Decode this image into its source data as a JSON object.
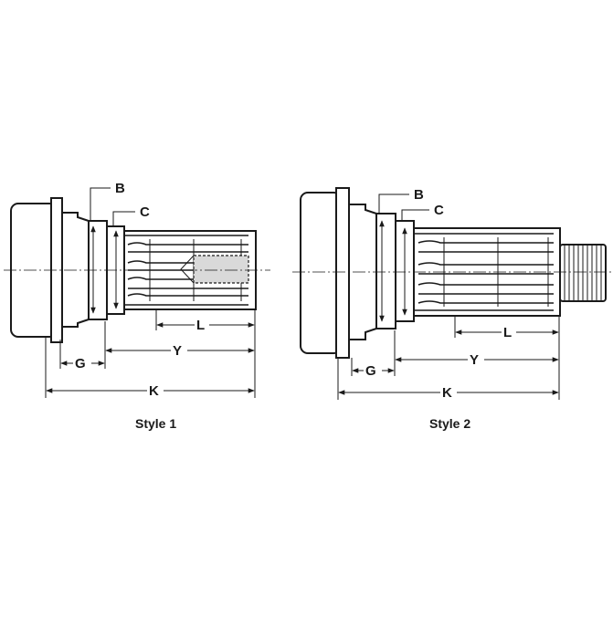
{
  "figures": [
    {
      "caption": "Style 1",
      "labels": {
        "B": "B",
        "C": "C",
        "L": "L",
        "Y": "Y",
        "G": "G",
        "K": "K"
      }
    },
    {
      "caption": "Style 2",
      "labels": {
        "B": "B",
        "C": "C",
        "L": "L",
        "Y": "Y",
        "G": "G",
        "K": "K"
      }
    }
  ],
  "colors": {
    "line": "#1a1a1a",
    "background": "#ffffff",
    "shade": "#d9d9d9"
  }
}
